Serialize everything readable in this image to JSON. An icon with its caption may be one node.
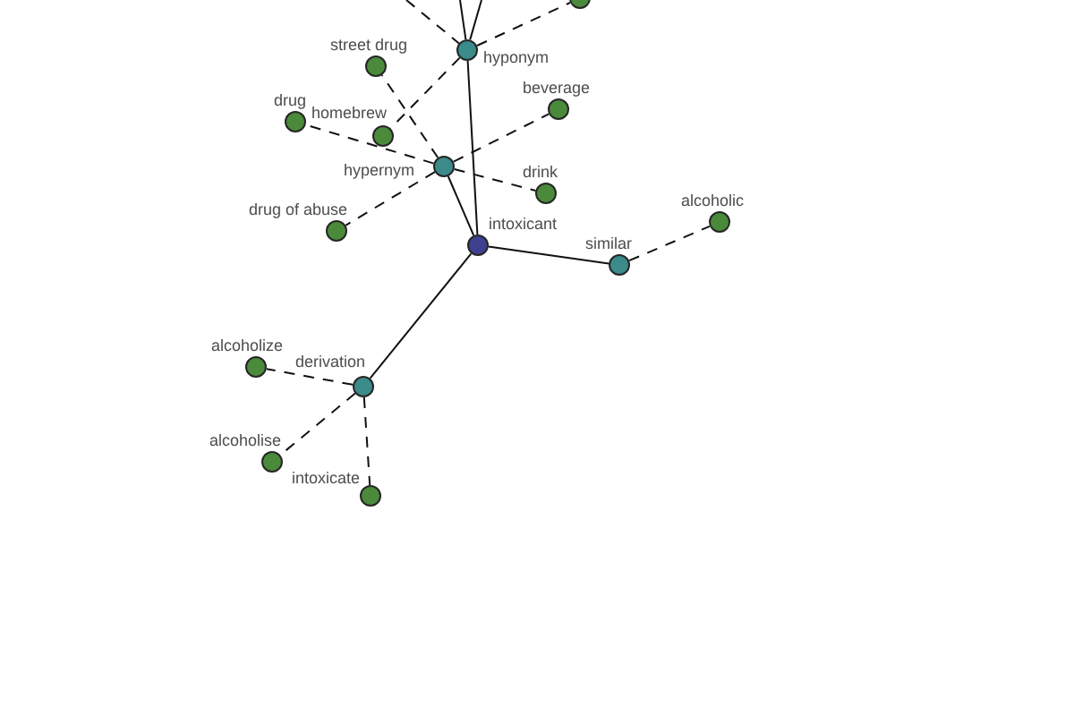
{
  "diagram": {
    "nodes": [
      {
        "text": [],
        "shape": "circle"
      },
      {
        "text": [
          "hyponym"
        ]
      },
      {
        "text": [
          "street drug"
        ]
      },
      {
        "text": [
          "beverage"
        ]
      },
      {
        "text": [
          "drug"
        ]
      },
      {
        "text": [
          "homebrew"
        ]
      },
      {
        "text": [
          "hypernym"
        ]
      },
      {
        "text": [
          "drink"
        ]
      },
      {
        "text": [
          "alcoholic"
        ]
      },
      {
        "text": [
          "drug of abuse"
        ]
      },
      {
        "text": [
          "intoxicant"
        ]
      },
      {
        "text": [
          "similar"
        ]
      },
      {
        "text": [
          "alcoholize"
        ]
      },
      {
        "text": [
          "derivation"
        ]
      },
      {
        "text": [
          "alcoholise"
        ]
      },
      {
        "text": [
          "intoxicate"
        ]
      }
    ],
    "edges": [
      {
        "from": 10,
        "to": 1,
        "arrow": "none"
      },
      {
        "from": 10,
        "to": 6,
        "arrow": "none"
      },
      {
        "from": 10,
        "to": 11,
        "arrow": "none"
      },
      {
        "from": 10,
        "to": 13,
        "arrow": "none"
      },
      {
        "from": 1,
        "to": 0,
        "arrow": "none",
        "style": "dashed"
      },
      {
        "from": 1,
        "to": 5,
        "arrow": "none",
        "style": "dashed"
      },
      {
        "from": null,
        "to": 1,
        "arrow": "none",
        "style": "dashed"
      },
      {
        "from": null,
        "to": 1,
        "arrow": "none"
      },
      {
        "from": null,
        "to": 1,
        "arrow": "none"
      },
      {
        "from": 6,
        "to": 2,
        "arrow": "none",
        "style": "dashed"
      },
      {
        "from": 6,
        "to": 4,
        "arrow": "none",
        "style": "dashed"
      },
      {
        "from": 6,
        "to": 3,
        "arrow": "none",
        "style": "dashed"
      },
      {
        "from": 6,
        "to": 7,
        "arrow": "none",
        "style": "dashed"
      },
      {
        "from": 6,
        "to": 9,
        "arrow": "none",
        "style": "dashed"
      },
      {
        "from": 11,
        "to": 8,
        "arrow": "none",
        "style": "dashed"
      },
      {
        "from": 13,
        "to": 12,
        "arrow": "none",
        "style": "dashed"
      },
      {
        "from": 13,
        "to": 14,
        "arrow": "none",
        "style": "dashed"
      },
      {
        "from": 13,
        "to": 15,
        "arrow": "none",
        "style": "dashed"
      }
    ]
  }
}
